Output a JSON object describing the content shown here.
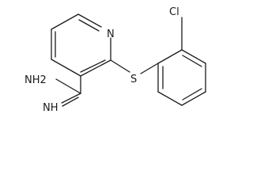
{
  "molecule": {
    "atom_labels": {
      "nitrogen": "N",
      "sulfur": "S",
      "chlorine": "Cl",
      "amine": "NH2",
      "imine": "NH"
    }
  }
}
